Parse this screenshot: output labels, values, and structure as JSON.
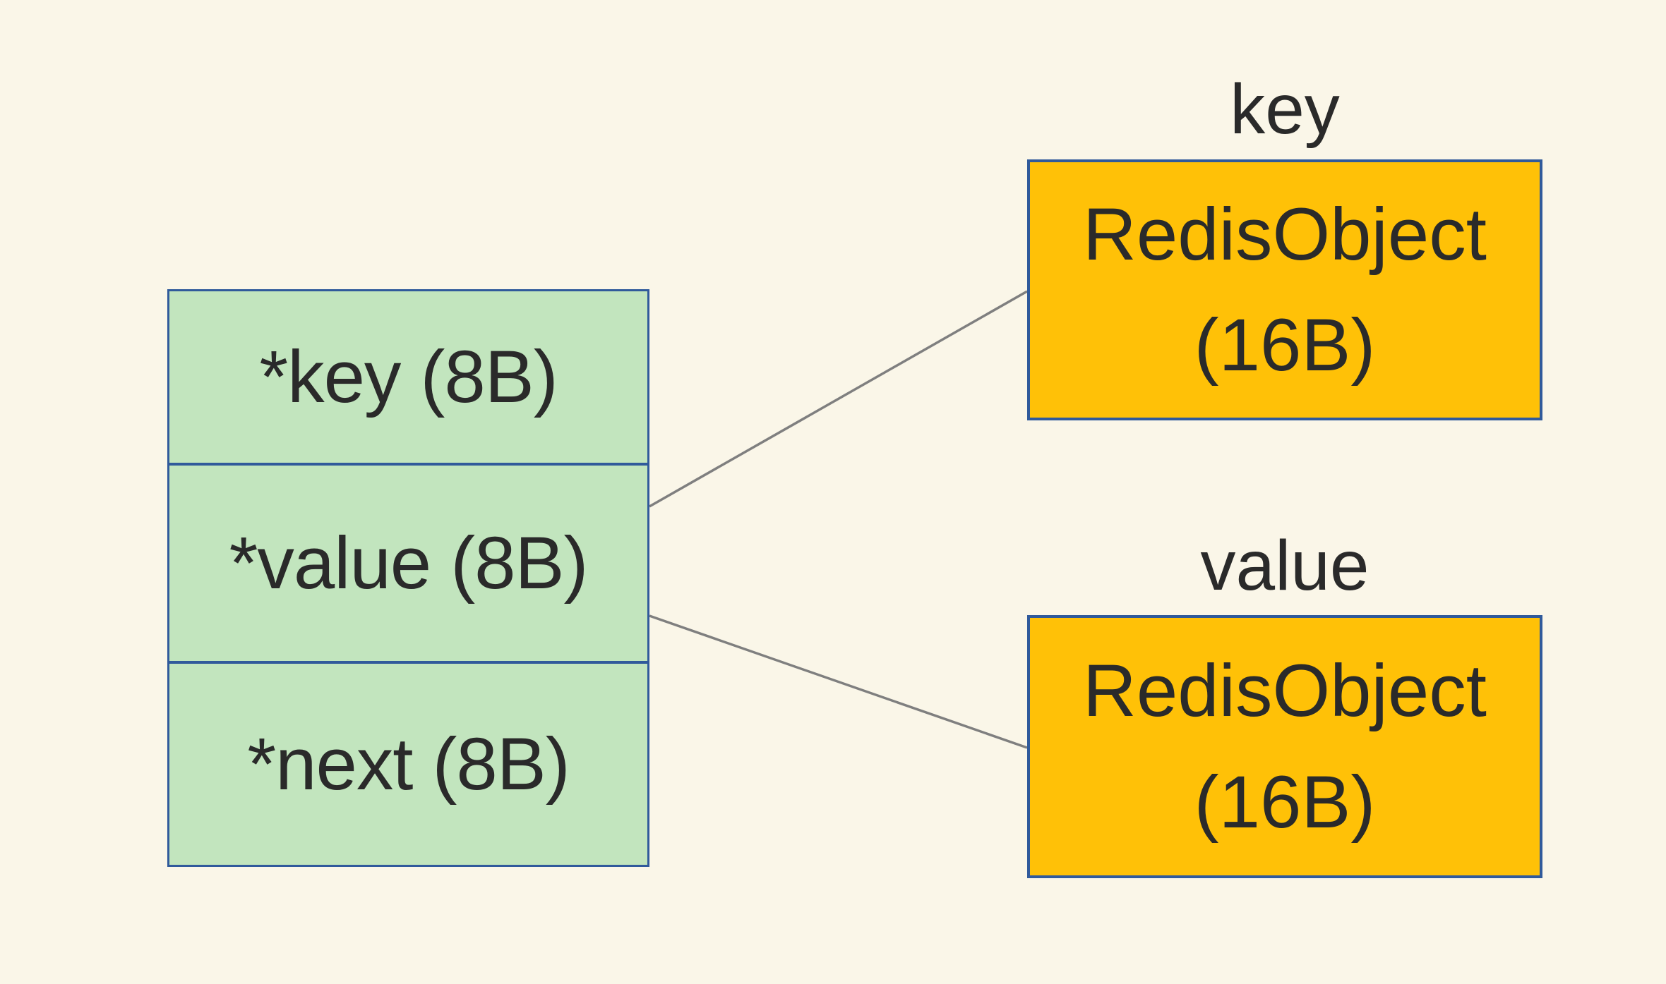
{
  "colors": {
    "background": "#FAF6E8",
    "node_green": "#C2E5BE",
    "node_orange": "#FFC107",
    "border_blue": "#305A9B",
    "connector_gray": "#7F7F7F",
    "text": "#2A2A2A"
  },
  "struct": {
    "rows": [
      {
        "label": "*key (8B)"
      },
      {
        "label": "*value (8B)"
      },
      {
        "label": "*next (8B)"
      }
    ]
  },
  "objects": [
    {
      "title": "key",
      "line1": "RedisObject",
      "line2": "(16B)"
    },
    {
      "title": "value",
      "line1": "RedisObject",
      "line2": "(16B)"
    }
  ]
}
